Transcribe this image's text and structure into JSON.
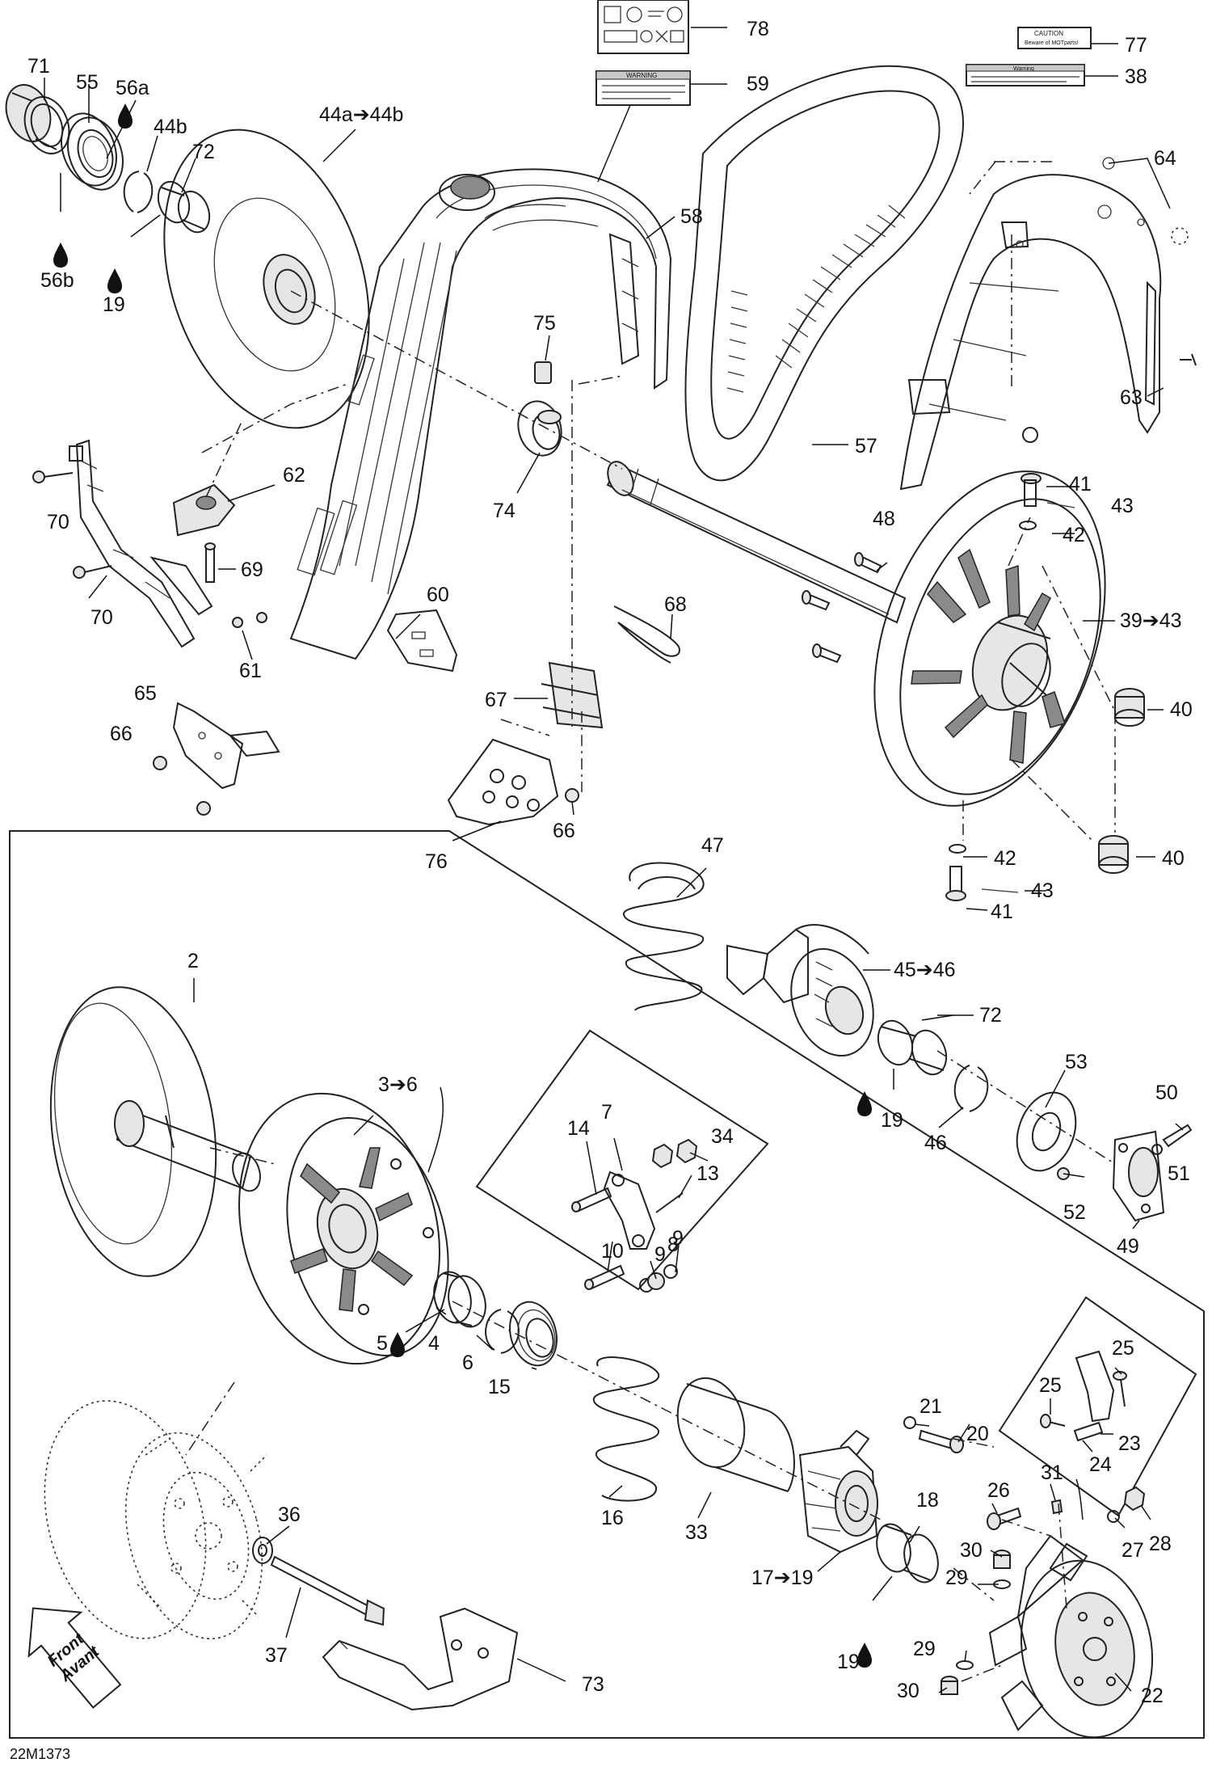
{
  "diagram": {
    "drawing_code": "22M1373",
    "front_badge": {
      "line1": "Front",
      "line2": "Avant"
    },
    "callouts": [
      {
        "id": "c71",
        "text": "71"
      },
      {
        "id": "c55",
        "text": "55"
      },
      {
        "id": "c56a",
        "text": "56a"
      },
      {
        "id": "c44b",
        "text": "44b"
      },
      {
        "id": "c72a",
        "text": "72"
      },
      {
        "id": "c56b",
        "text": "56b"
      },
      {
        "id": "c19a",
        "text": "19"
      },
      {
        "id": "c44a",
        "text": "44a➔44b"
      },
      {
        "id": "c78",
        "text": "78"
      },
      {
        "id": "c59",
        "text": "59"
      },
      {
        "id": "c77",
        "text": "77"
      },
      {
        "id": "c38",
        "text": "38"
      },
      {
        "id": "c64",
        "text": "64"
      },
      {
        "id": "c58",
        "text": "58"
      },
      {
        "id": "c75",
        "text": "75"
      },
      {
        "id": "c63",
        "text": "63"
      },
      {
        "id": "c57",
        "text": "57"
      },
      {
        "id": "c74",
        "text": "74"
      },
      {
        "id": "c62",
        "text": "62"
      },
      {
        "id": "c70a",
        "text": "70"
      },
      {
        "id": "c41a",
        "text": "41"
      },
      {
        "id": "c43a",
        "text": "43"
      },
      {
        "id": "c42a",
        "text": "42"
      },
      {
        "id": "c48",
        "text": "48"
      },
      {
        "id": "c69",
        "text": "69"
      },
      {
        "id": "c70b",
        "text": "70"
      },
      {
        "id": "c60",
        "text": "60"
      },
      {
        "id": "c68",
        "text": "68"
      },
      {
        "id": "c39",
        "text": "39➔43"
      },
      {
        "id": "c61",
        "text": "61"
      },
      {
        "id": "c40a",
        "text": "40"
      },
      {
        "id": "c65",
        "text": "65"
      },
      {
        "id": "c67",
        "text": "67"
      },
      {
        "id": "c66a",
        "text": "66"
      },
      {
        "id": "c66b",
        "text": "66"
      },
      {
        "id": "c76",
        "text": "76"
      },
      {
        "id": "c47",
        "text": "47"
      },
      {
        "id": "c42b",
        "text": "42"
      },
      {
        "id": "c40b",
        "text": "40"
      },
      {
        "id": "c43b",
        "text": "43"
      },
      {
        "id": "c41b",
        "text": "41"
      },
      {
        "id": "c2",
        "text": "2"
      },
      {
        "id": "c45",
        "text": "45➔46"
      },
      {
        "id": "c72b",
        "text": "72"
      },
      {
        "id": "c36a",
        "text": "3➔6"
      },
      {
        "id": "c7",
        "text": "7"
      },
      {
        "id": "c34",
        "text": "34"
      },
      {
        "id": "c14",
        "text": "14"
      },
      {
        "id": "c13",
        "text": "13"
      },
      {
        "id": "c53",
        "text": "53"
      },
      {
        "id": "c19b",
        "text": "19"
      },
      {
        "id": "c46",
        "text": "46"
      },
      {
        "id": "c50",
        "text": "50"
      },
      {
        "id": "c51",
        "text": "51"
      },
      {
        "id": "c52",
        "text": "52"
      },
      {
        "id": "c10",
        "text": "10"
      },
      {
        "id": "c9a",
        "text": "9"
      },
      {
        "id": "c8",
        "text": "8"
      },
      {
        "id": "c9b",
        "text": "9"
      },
      {
        "id": "c49",
        "text": "49"
      },
      {
        "id": "c5",
        "text": "5"
      },
      {
        "id": "c4",
        "text": "4"
      },
      {
        "id": "c6",
        "text": "6"
      },
      {
        "id": "c15",
        "text": "15"
      },
      {
        "id": "c25a",
        "text": "25"
      },
      {
        "id": "c25b",
        "text": "25"
      },
      {
        "id": "c16",
        "text": "16"
      },
      {
        "id": "c21",
        "text": "21"
      },
      {
        "id": "c20",
        "text": "20"
      },
      {
        "id": "c23",
        "text": "23"
      },
      {
        "id": "c24",
        "text": "24"
      },
      {
        "id": "c26",
        "text": "26"
      },
      {
        "id": "c31",
        "text": "31"
      },
      {
        "id": "c33",
        "text": "33"
      },
      {
        "id": "c18",
        "text": "18"
      },
      {
        "id": "c36b",
        "text": "36"
      },
      {
        "id": "c30a",
        "text": "30"
      },
      {
        "id": "c28",
        "text": "28"
      },
      {
        "id": "c27",
        "text": "27"
      },
      {
        "id": "c17",
        "text": "17➔19"
      },
      {
        "id": "c29a",
        "text": "29"
      },
      {
        "id": "c19c",
        "text": "19"
      },
      {
        "id": "c37",
        "text": "37"
      },
      {
        "id": "c29b",
        "text": "29"
      },
      {
        "id": "c73",
        "text": "73"
      },
      {
        "id": "c30b",
        "text": "30"
      },
      {
        "id": "c22",
        "text": "22"
      }
    ],
    "decals": {
      "d59_title": "WARNING",
      "d77_title": "CAUTION",
      "d77_text": "Beware of MOTparts!",
      "d38_title": "Warning"
    }
  }
}
